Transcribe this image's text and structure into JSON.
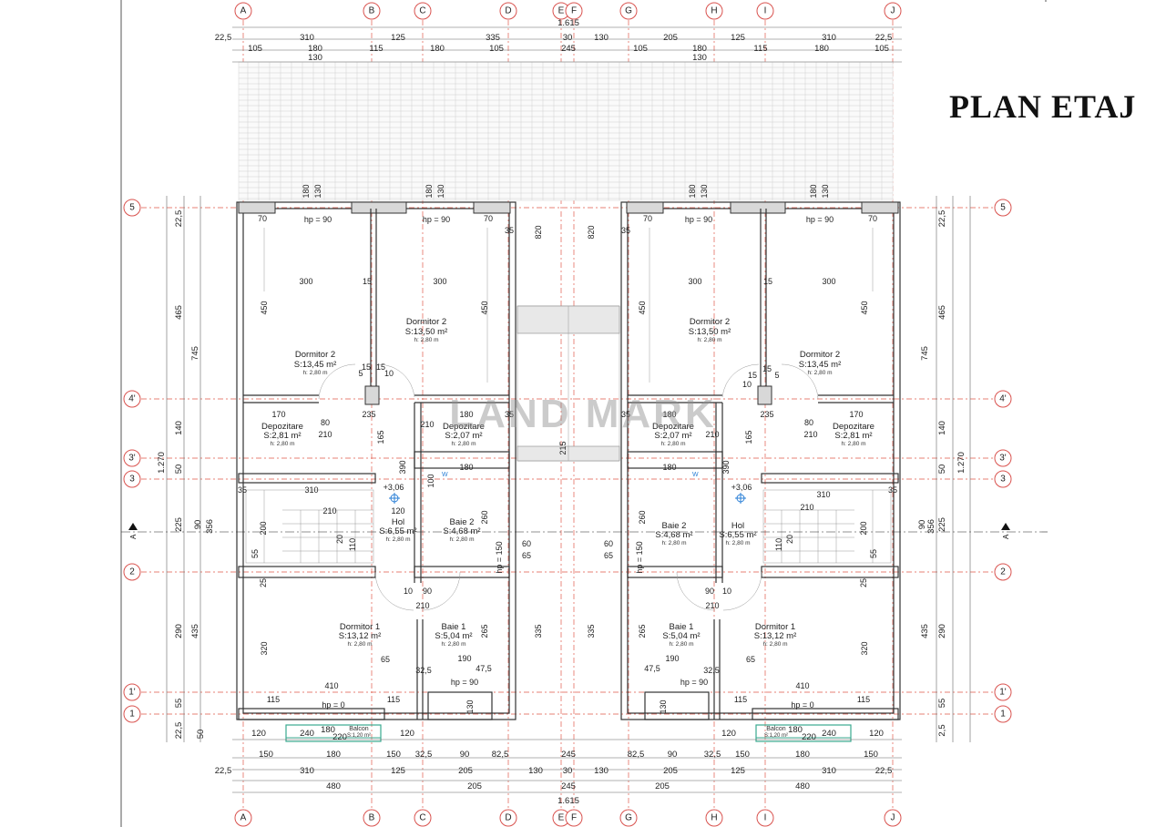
{
  "title": "PLAN ETAJ",
  "watermark": "LAND MARK",
  "colors": {
    "grid": "#e05a4a",
    "bubble": "#d9534f",
    "wall": "#333333",
    "balcony": "#3aa98f",
    "marker": "#2a7fd6"
  },
  "grid": {
    "columns": [
      "A",
      "B",
      "C",
      "D",
      "E",
      "F",
      "G",
      "H",
      "I",
      "J"
    ],
    "rows": [
      "5",
      "4'",
      "3'",
      "3",
      "2",
      "1'",
      "1"
    ]
  },
  "dims": {
    "top_total": "1.615",
    "top_row1": [
      "22,5",
      "310",
      "125",
      "335",
      "30",
      "130",
      "205",
      "125",
      "310",
      "22,5"
    ],
    "top_row2": [
      "105",
      "180",
      "115",
      "180",
      "105",
      "245",
      "105",
      "180",
      "115",
      "180",
      "105"
    ],
    "top_row3": [
      "130",
      "130"
    ],
    "bottom_row1": [
      "120",
      "240",
      "180",
      "220",
      "120",
      "120",
      "240",
      "180",
      "220",
      "120"
    ],
    "bottom_row2": [
      "150",
      "180",
      "150",
      "32,5",
      "90",
      "82,5",
      "245",
      "82,5",
      "90",
      "32,5",
      "150",
      "180",
      "150"
    ],
    "bottom_row3": [
      "22,5",
      "310",
      "125",
      "205",
      "130",
      "30",
      "130",
      "205",
      "125",
      "310",
      "22,5"
    ],
    "bottom_row4": [
      "480",
      "205",
      "245",
      "205",
      "480"
    ],
    "bottom_total": "1.615",
    "left_outer": [
      "22,5",
      "465",
      "140",
      "50",
      "225",
      "90",
      "290",
      "55",
      "22,5"
    ],
    "left_mid": [
      "745",
      "356",
      "435",
      "50"
    ],
    "left_total": "1.270",
    "right_outer": [
      "22,5",
      "465",
      "140",
      "50",
      "225",
      "90",
      "290",
      "55",
      "2,5"
    ],
    "right_mid": [
      "745",
      "356",
      "435"
    ],
    "right_total": "1.270",
    "cut_marker": "A"
  },
  "rooms": [
    {
      "name": "Dormitor 2",
      "area": "S:13,45 m²",
      "height": "h: 2,80 m"
    },
    {
      "name": "Dormitor 2",
      "area": "S:13,50 m²",
      "height": "h: 2,80 m"
    },
    {
      "name": "Dormitor 2",
      "area": "S:13,50 m²",
      "height": "h: 2,80 m"
    },
    {
      "name": "Dormitor 2",
      "area": "S:13,45 m²",
      "height": "h: 2,80 m"
    },
    {
      "name": "Depozitare",
      "area": "S:2,81 m²",
      "height": "h: 2,80 m"
    },
    {
      "name": "Depozitare",
      "area": "S:2,07 m²",
      "height": "h: 2,80 m"
    },
    {
      "name": "Depozitare",
      "area": "S:2,07 m²",
      "height": "h: 2,80 m"
    },
    {
      "name": "Depozitare",
      "area": "S:2,81 m²",
      "height": "h: 2,80 m"
    },
    {
      "name": "Hol",
      "area": "S:6,55 m²",
      "height": "h: 2,80 m"
    },
    {
      "name": "Baie 2",
      "area": "S:4,68 m²",
      "height": "h: 2,80 m"
    },
    {
      "name": "Baie 2",
      "area": "S:4,68 m²",
      "height": "h: 2,80 m"
    },
    {
      "name": "Hol",
      "area": "S:6,55 m²",
      "height": "h: 2,80 m"
    },
    {
      "name": "Dormitor 1",
      "area": "S:13,12 m²",
      "height": "h: 2,80 m"
    },
    {
      "name": "Baie 1",
      "area": "S:5,04 m²",
      "height": "h: 2,80 m"
    },
    {
      "name": "Baie 1",
      "area": "S:5,04 m²",
      "height": "h: 2,80 m"
    },
    {
      "name": "Dormitor 1",
      "area": "S:13,12 m²",
      "height": "h: 2,80 m"
    },
    {
      "name": "Balcon",
      "area": "S:1,20 m²",
      "height": ""
    },
    {
      "name": "Balcon",
      "area": "S:1,20 m²",
      "height": ""
    }
  ],
  "labels": {
    "hp90": "hp = 90",
    "hp0": "hp = 0",
    "hp150": "hp = 150",
    "level": "+3,06",
    "w": "W",
    "n300": "300",
    "n450": "450",
    "n15": "15",
    "n820": "820",
    "n35": "35",
    "n70": "70",
    "n170": "170",
    "n80": "80",
    "n210": "210",
    "n235": "235",
    "n165": "165",
    "n90": "90",
    "n180": "180",
    "n115": "115",
    "n390": "390",
    "n120": "120",
    "n310": "310",
    "n215": "215",
    "n100": "100",
    "n260": "260",
    "n150": "150",
    "n65": "65",
    "n60": "60",
    "n200": "200",
    "n55": "55",
    "n25": "25",
    "n20": "20",
    "n110": "110",
    "n10": "10",
    "n265": "265",
    "n335": "335",
    "n320": "320",
    "n190": "190",
    "n47": "47,5",
    "n32": "32,5",
    "n410": "410",
    "n130": "130",
    "n5": "5"
  }
}
